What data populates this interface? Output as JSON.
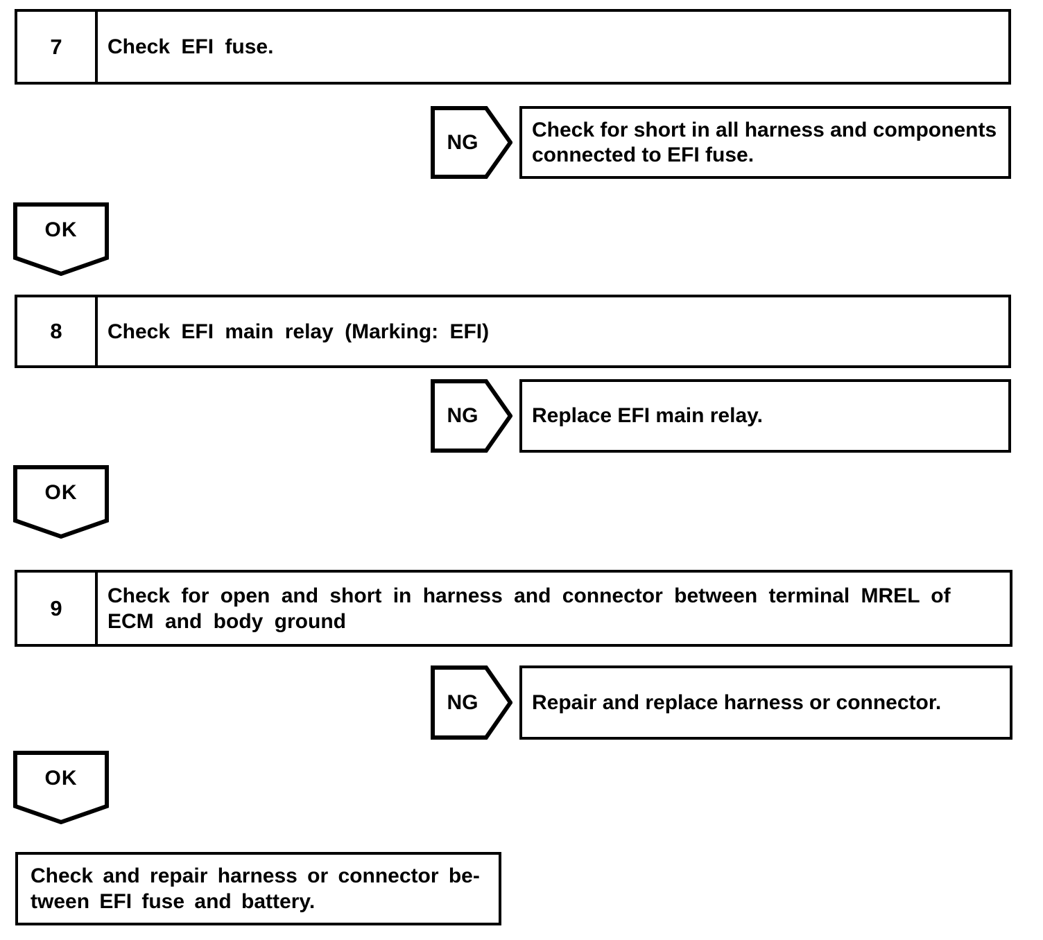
{
  "page": {
    "background": "#ffffff",
    "line_color": "#000000"
  },
  "steps": [
    {
      "number": "7",
      "title": "Check EFI fuse.",
      "ng_label": "NG",
      "ng_action": "Check for short in all harness and components connected to EFI fuse.",
      "ok_label": "OK"
    },
    {
      "number": "8",
      "title": "Check EFI main relay (Marking: EFI)",
      "ng_label": "NG",
      "ng_action": "Replace EFI main relay.",
      "ok_label": "OK"
    },
    {
      "number": "9",
      "title": "Check for open and short in harness and connector between terminal MREL of ECM and body ground",
      "ng_label": "NG",
      "ng_action": "Repair and replace harness or connector.",
      "ok_label": "OK"
    }
  ],
  "final_action": {
    "line1": "Check and repair harness or connector be-",
    "line2": "tween EFI fuse and battery."
  }
}
